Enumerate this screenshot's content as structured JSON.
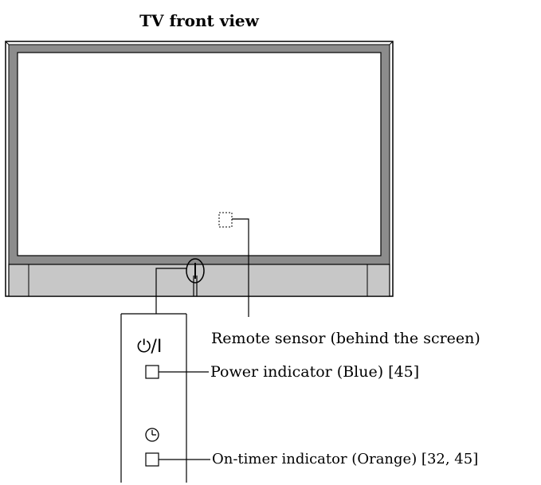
{
  "title": "TV front view",
  "panel_symbols": {
    "power": "⏻/I"
  },
  "callouts": {
    "remote_sensor": "Remote sensor (behind the screen)",
    "power_indicator": "Power indicator (Blue) [45]",
    "on_timer_indicator": "On-timer indicator (Orange) [32, 45]"
  },
  "icons": {
    "power_symbol": "power-icon",
    "timer_symbol": "clock-icon"
  },
  "colors": {
    "line": "#000000",
    "bezel": "#8c8c8c",
    "speaker_bar": "#c7c7c7",
    "background": "#ffffff"
  }
}
